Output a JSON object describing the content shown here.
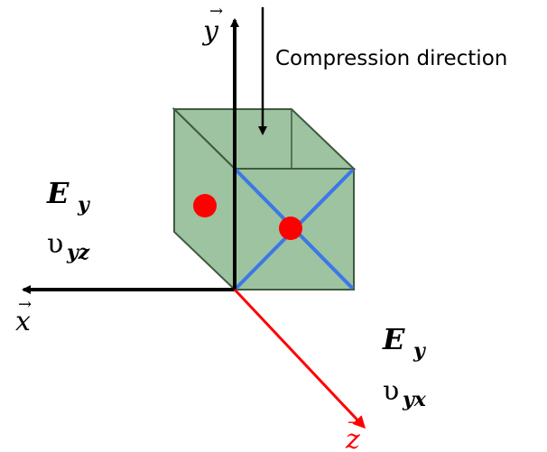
{
  "compression_label": "Compression direction",
  "axes": {
    "y": {
      "symbol": "y",
      "arrow": "→",
      "color": "#000000"
    },
    "x": {
      "symbol": "x",
      "arrow": "→",
      "color": "#000000"
    },
    "z": {
      "symbol": "z",
      "arrow": "→",
      "color": "#ff0000"
    }
  },
  "left_labels": {
    "modulus": "E",
    "modulus_sub": "y",
    "poisson": "υ",
    "poisson_sub": "yz"
  },
  "right_labels": {
    "modulus": "E",
    "modulus_sub": "y",
    "poisson": "υ",
    "poisson_sub": "yx"
  },
  "colors": {
    "cube_fill": "#9dc3a0",
    "cube_stroke": "#3f5a40",
    "diagonal": "#3b78e7",
    "dot": "#ff0000",
    "z_axis": "#ff0000",
    "axis": "#000000"
  }
}
